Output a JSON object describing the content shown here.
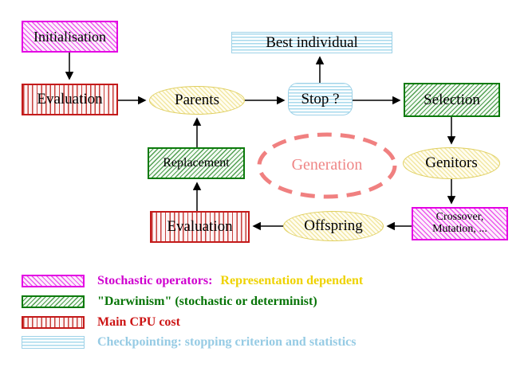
{
  "diagram": {
    "nodes": {
      "initialisation": "Initialisation",
      "evaluation_top": "Evaluation",
      "best_individual": "Best individual",
      "parents": "Parents",
      "stop": "Stop ?",
      "selection": "Selection",
      "replacement": "Replacement",
      "generation": "Generation",
      "genitors": "Genitors",
      "evaluation_bottom": "Evaluation",
      "offspring": "Offspring",
      "crossover_line1": "Crossover,",
      "crossover_line2": "Mutation, ..."
    },
    "legend": {
      "stochastic_label": "Stochastic operators:",
      "stochastic_note": "Representation dependent",
      "darwinism_label": "\"Darwinism\" (stochastic or determinist)",
      "cpu_label": "Main CPU cost",
      "checkpoint_label": "Checkpointing: stopping criterion and statistics"
    },
    "colors": {
      "stochastic_magenta": "#E400E4",
      "darwinism_green": "#0B7A0B",
      "cpu_red": "#C41A1A",
      "checkpoint_cyan": "#9FD2E8",
      "population_yellow": "#E0CF5F",
      "generation_coral": "#F08080"
    }
  }
}
